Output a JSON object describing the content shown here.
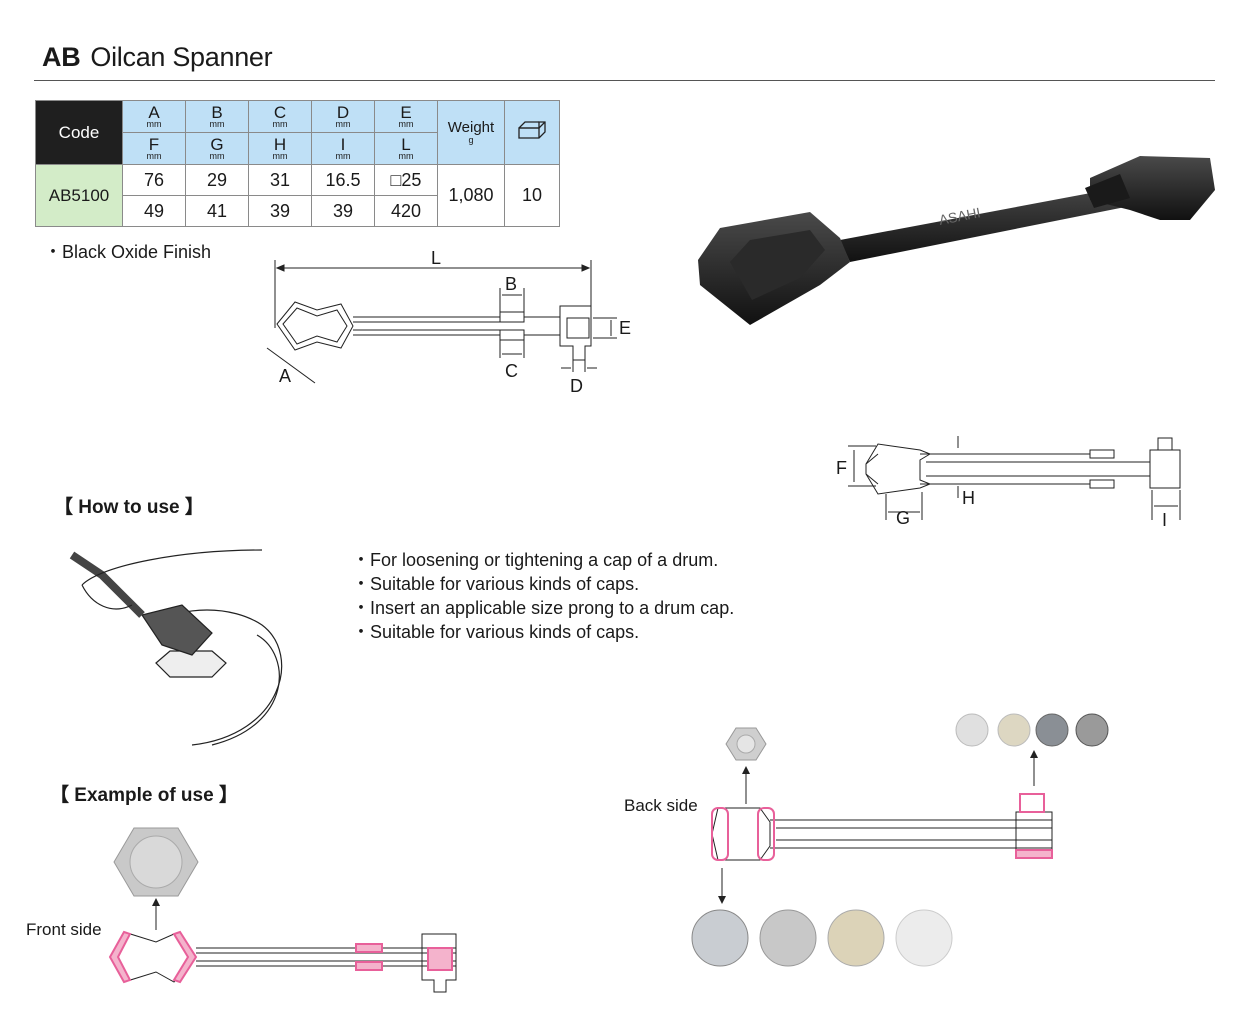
{
  "header": {
    "code": "AB",
    "title": "Oilcan Spanner"
  },
  "spec_table": {
    "code_header": "Code",
    "row1_headers": [
      {
        "letter": "A",
        "unit": "mm"
      },
      {
        "letter": "B",
        "unit": "mm"
      },
      {
        "letter": "C",
        "unit": "mm"
      },
      {
        "letter": "D",
        "unit": "mm"
      },
      {
        "letter": "E",
        "unit": "mm"
      }
    ],
    "row2_headers": [
      {
        "letter": "F",
        "unit": "mm"
      },
      {
        "letter": "G",
        "unit": "mm"
      },
      {
        "letter": "H",
        "unit": "mm"
      },
      {
        "letter": "I",
        "unit": "mm"
      },
      {
        "letter": "L",
        "unit": "mm"
      }
    ],
    "weight_header": "Weight",
    "weight_unit": "g",
    "pack_icon": "box-icon",
    "model": "AB5100",
    "row1_values": [
      "76",
      "29",
      "31",
      "16.5",
      "□25"
    ],
    "row2_values": [
      "49",
      "41",
      "39",
      "39",
      "420"
    ],
    "weight": "1,080",
    "pack": "10"
  },
  "finish_note": "・Black Oxide Finish",
  "top_diagram": {
    "labels": [
      "L",
      "B",
      "E",
      "A",
      "C",
      "D"
    ]
  },
  "side_diagram": {
    "labels": [
      "F",
      "H",
      "G",
      "I"
    ]
  },
  "how_to_use": {
    "heading": "【 How to use 】",
    "bullets": [
      "・For loosening or tightening a cap of a drum.",
      "・Suitable for various kinds of caps.",
      "・Insert an applicable size prong to a drum cap.",
      "・Suitable for various kinds of caps."
    ]
  },
  "example_of_use": {
    "heading": "【 Example of use 】",
    "front_label": "Front side",
    "back_label": "Back side"
  },
  "colors": {
    "table_header": "#bfe0f6",
    "model_cell": "#d3ecc8",
    "code_cell": "#1f1f1f",
    "highlight": "#e8609a",
    "highlight_fill": "#f4b3cc"
  }
}
